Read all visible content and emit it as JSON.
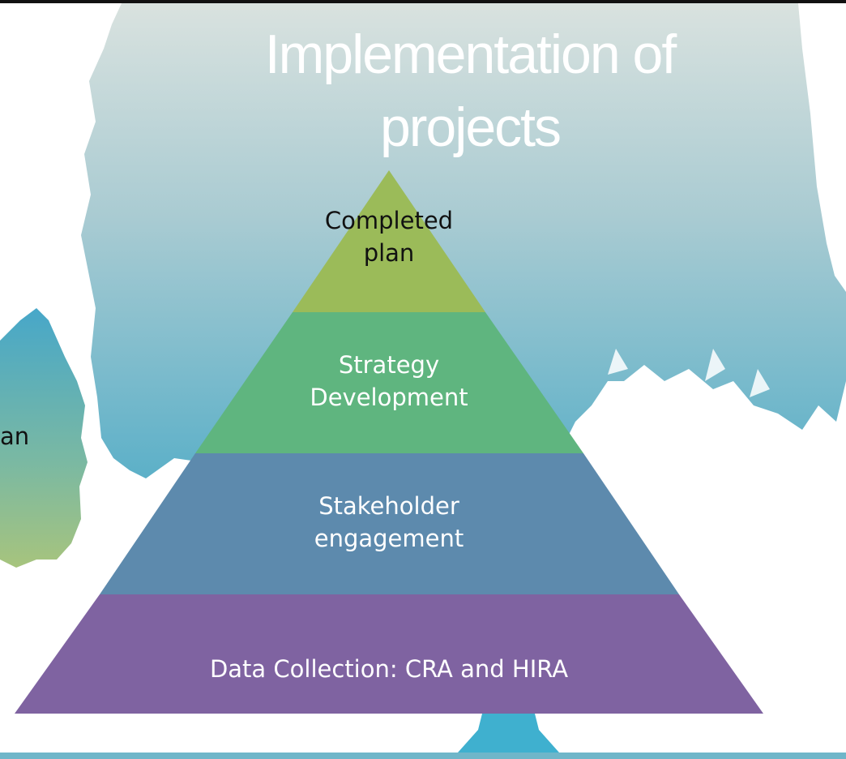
{
  "slide": {
    "title": "Implementation of projects",
    "side_fragment": "an"
  },
  "pyramid": {
    "levels": [
      {
        "label": "Completed plan",
        "color": "#9bbb59"
      },
      {
        "label": "Strategy Development",
        "color": "#5fb57f"
      },
      {
        "label": "Stakeholder engagement",
        "color": "#5d8aad"
      },
      {
        "label": "Data Collection: CRA and HIRA",
        "color": "#7f63a1"
      }
    ]
  },
  "colors": {
    "tree_top": "#d6e1df",
    "tree_bottom": "#5ab0c8",
    "left_tree_top": "#4ea9c8",
    "left_tree_bottom": "#9cc48a",
    "trunk": "#3fb0cf",
    "bottom_band": "#6fb6c9"
  }
}
